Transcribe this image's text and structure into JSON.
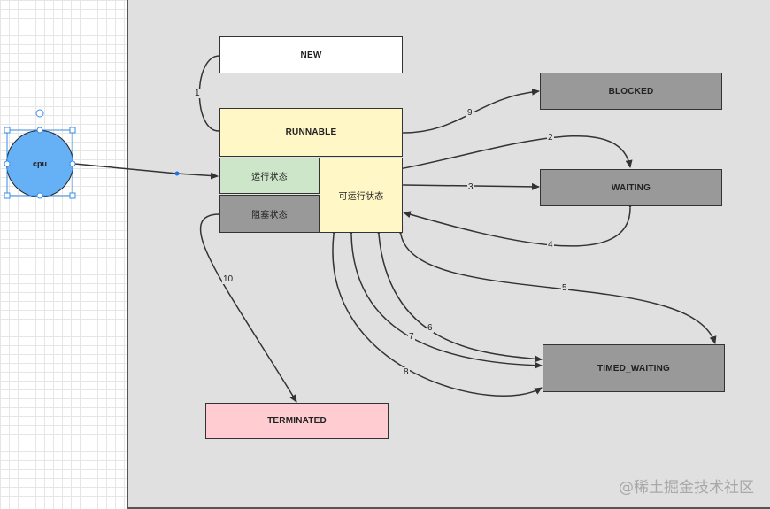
{
  "cpu": {
    "label": "cpu"
  },
  "states": {
    "new": "NEW",
    "runnable": "RUNNABLE",
    "running": "运行状态",
    "blocked_sub": "阻塞状态",
    "ready": "可运行状态",
    "blocked": "BLOCKED",
    "waiting": "WAITING",
    "timed_waiting": "TIMED_WAITING",
    "terminated": "TERMINATED"
  },
  "edges": {
    "e1": "1",
    "e2": "2",
    "e3": "3",
    "e4": "4",
    "e5": "5",
    "e6": "6",
    "e7": "7",
    "e8": "8",
    "e9": "9",
    "e10": "10"
  },
  "watermark": "@稀土掘金技术社区"
}
